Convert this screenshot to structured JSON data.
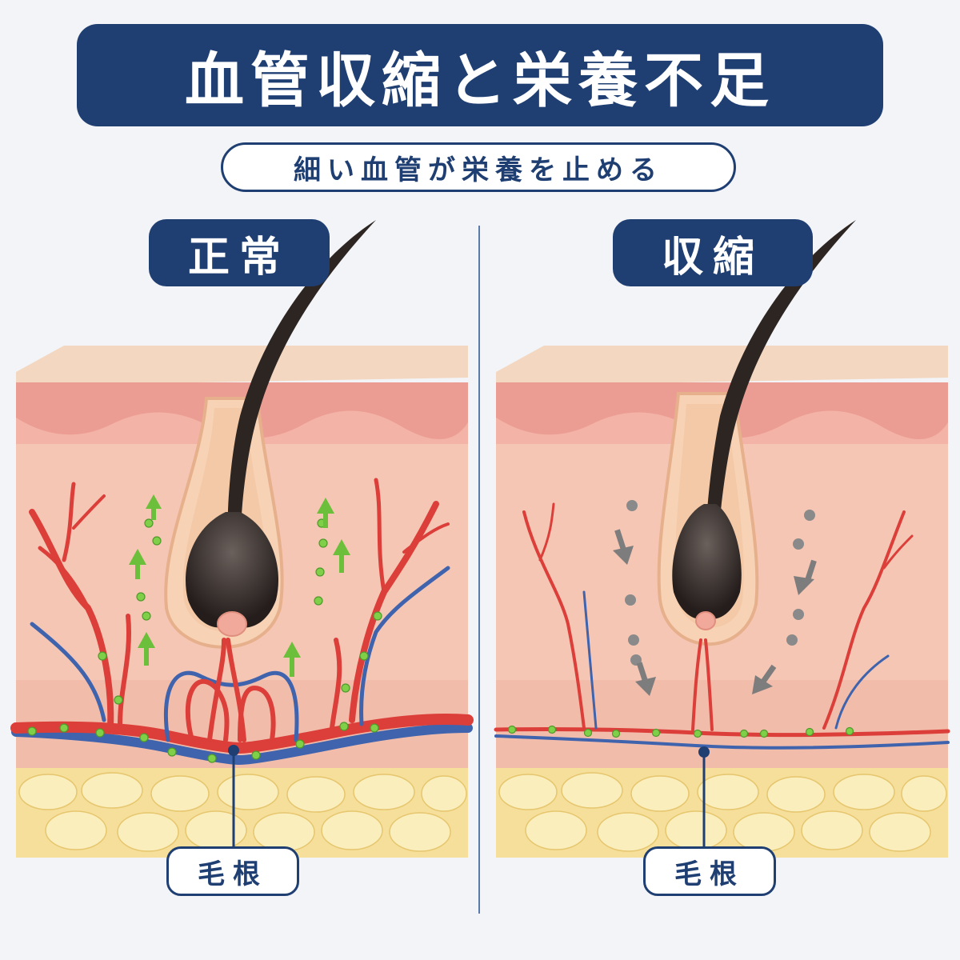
{
  "title": "血管収縮と栄養不足",
  "subtitle": "細い血管が栄養を止める",
  "panels": [
    {
      "label": "正常",
      "callout": "毛根",
      "state": "normal",
      "nutrient_flow": "upward"
    },
    {
      "label": "収縮",
      "callout": "毛根",
      "state": "constricted",
      "nutrient_flow": "inward"
    }
  ],
  "colors": {
    "banner": "#1f3f73",
    "skin_top": "#f3d7c0",
    "dermis": "#f6c6b5",
    "fat": "#f5df9a",
    "artery": "#dc3f3a",
    "vein": "#3f64ad",
    "nutrient": "#7fcf48",
    "blocked_nutrient": "#7d7d7d",
    "hair": "#2d2522"
  }
}
